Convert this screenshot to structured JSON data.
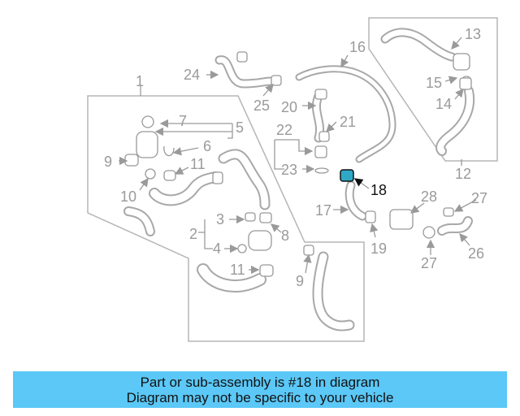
{
  "diagram": {
    "callouts": [
      "1",
      "2",
      "3",
      "4",
      "5",
      "6",
      "7",
      "8",
      "9",
      "9",
      "10",
      "11",
      "11",
      "12",
      "13",
      "14",
      "15",
      "16",
      "17",
      "18",
      "19",
      "20",
      "21",
      "22",
      "23",
      "24",
      "25",
      "26",
      "27",
      "27",
      "28"
    ],
    "highlighted_part": "18",
    "highlight_color": "#2fa8c8"
  },
  "caption": {
    "line1": "Part or sub-assembly is #18 in diagram",
    "line2": "Diagram may not be specific to your vehicle",
    "background": "#5bc8f7"
  }
}
